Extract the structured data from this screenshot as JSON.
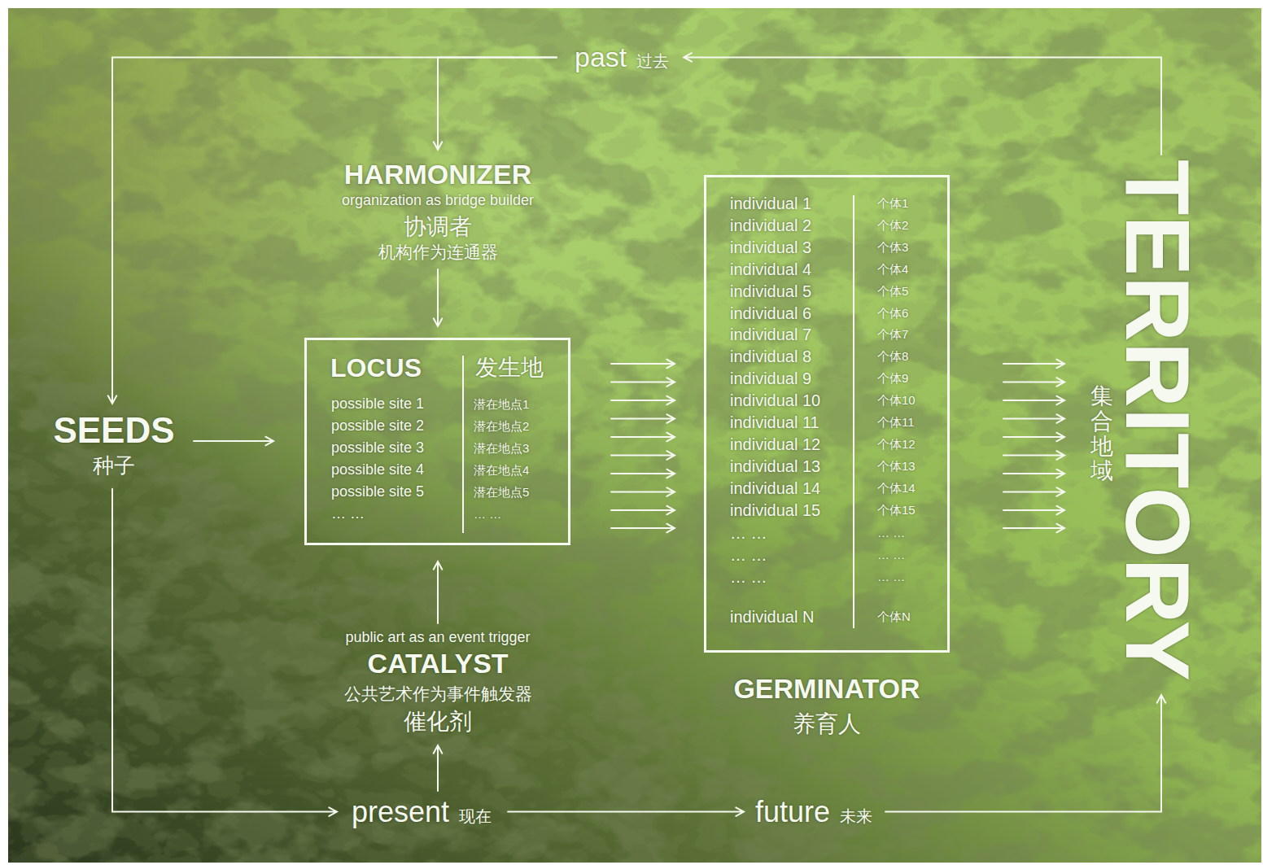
{
  "diagram": {
    "nodes": [
      {
        "text": [
          "past",
          "过去"
        ]
      },
      {
        "text": [
          "HARMONIZER",
          "organization as bridge builder",
          "协调者",
          "机构作为连通器"
        ]
      },
      {
        "text": [
          "SEEDS",
          "种子"
        ]
      },
      {
        "text": [
          "LOCUS",
          "发生地",
          "possible site 1",
          "possible site 2",
          "possible site 3",
          "possible site 4",
          "possible site 5",
          "… …",
          "潜在地点1",
          "潜在地点2",
          "潜在地点3",
          "潜在地点4",
          "潜在地点5",
          "… …"
        ]
      },
      {
        "text": [
          "public art as an event trigger",
          "CATALYST",
          "公共艺术作为事件触发器",
          "催化剂"
        ]
      },
      {
        "text": [
          "present",
          "现在"
        ]
      },
      {
        "text": [
          "individual 1",
          "individual 2",
          "individual 3",
          "individual 4",
          "individual 5",
          "individual 6",
          "individual 7",
          "individual 8",
          "individual 9",
          "individual 10",
          "individual 11",
          "individual 12",
          "individual 13",
          "individual 14",
          "individual 15",
          "… …",
          "… …",
          "… …",
          "individual N",
          "个体1",
          "个体2",
          "个体3",
          "个体4",
          "个体5",
          "个体6",
          "个体7",
          "个体8",
          "个体9",
          "个体10",
          "个体11",
          "个体12",
          "个体13",
          "个体14",
          "个体15",
          "… …",
          "… …",
          "… …",
          "个体N",
          "GERMINATOR",
          "养育人"
        ]
      },
      {
        "text": [
          "future",
          "未来"
        ]
      },
      {
        "text": [
          "TERRITORY",
          "集合地域"
        ]
      }
    ],
    "edges": [
      {
        "from": 0,
        "to": 2,
        "arrow": "to"
      },
      {
        "from": 0,
        "to": 1,
        "arrow": "to"
      },
      {
        "from": 1,
        "to": 3,
        "arrow": "to"
      },
      {
        "from": 2,
        "to": 3,
        "arrow": "to"
      },
      {
        "from": 4,
        "to": 3,
        "arrow": "to"
      },
      {
        "from": 2,
        "to": 5,
        "arrow": "to"
      },
      {
        "from": 5,
        "to": 4,
        "arrow": "to"
      },
      {
        "from": 5,
        "to": 7,
        "arrow": "to"
      },
      {
        "from": 3,
        "to": 6,
        "arrow": "to"
      },
      {
        "from": 6,
        "to": 8,
        "arrow": "to"
      },
      {
        "from": 7,
        "to": 8,
        "arrow": "to"
      },
      {
        "from": 8,
        "to": 0,
        "arrow": "to"
      }
    ]
  }
}
